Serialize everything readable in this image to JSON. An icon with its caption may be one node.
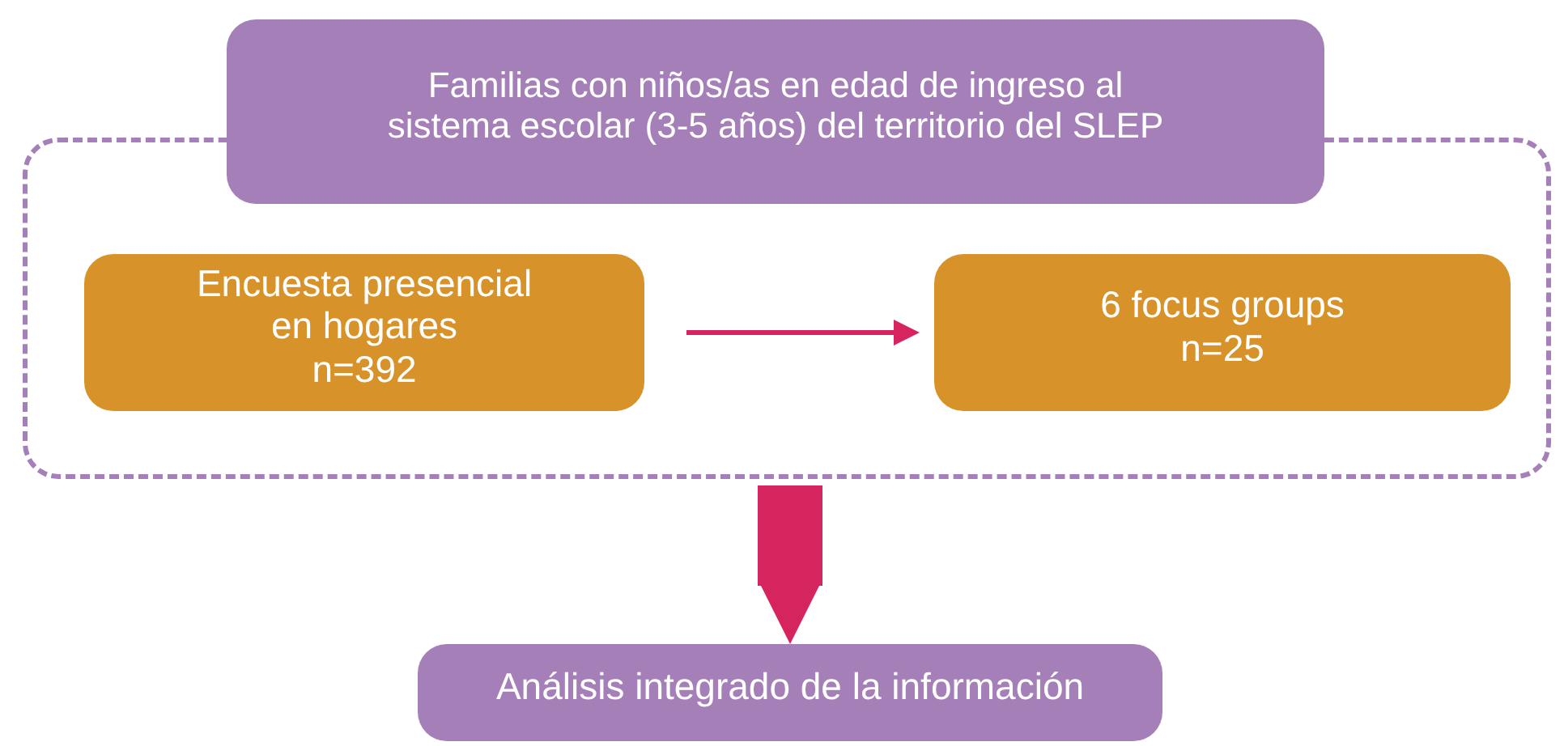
{
  "diagram": {
    "nodes": [
      {
        "text": [
          "Familias con niños/as en edad de ingreso al sistema escolar (3-5 años) del territorio del SLEP"
        ]
      },
      {
        "text": [],
        "shape": "box"
      },
      {
        "text": [
          "Encuesta presencial en hogares",
          "n=392"
        ],
        "in": 1
      },
      {
        "text": [
          "6 focus groups",
          "n=25"
        ],
        "in": 1
      },
      {
        "text": [
          "Análisis integrado de la información"
        ]
      }
    ],
    "edges": [
      {
        "from": 2,
        "to": 3,
        "arrow": "to"
      },
      {
        "from": 1,
        "to": 4,
        "arrow": "to",
        "style": "thick"
      }
    ]
  }
}
